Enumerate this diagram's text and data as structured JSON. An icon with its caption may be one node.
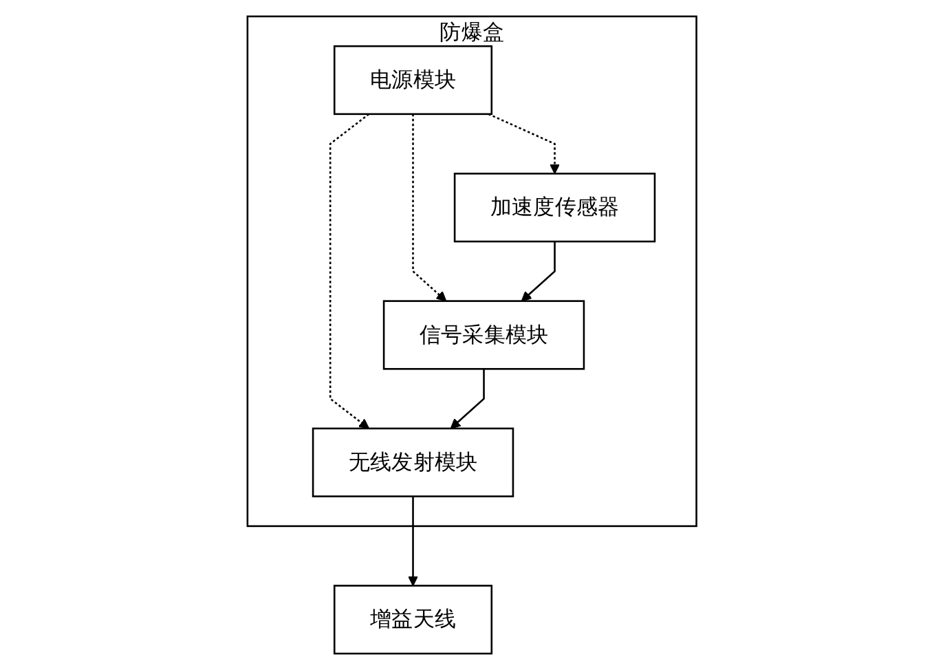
{
  "diagram": {
    "nodes": [
      {
        "text": [
          "防爆盒"
        ]
      },
      {
        "text": [
          "电源模块"
        ],
        "in": 0
      },
      {
        "text": [
          "无线发射模块"
        ],
        "in": 0
      },
      {
        "text": [
          "加速度传感器"
        ],
        "in": 0
      },
      {
        "text": [
          "信号采集模块"
        ],
        "in": 0
      },
      {
        "text": [
          "增益天线"
        ]
      }
    ],
    "edges": [
      {
        "from": 1,
        "to": 2,
        "arrow": "to",
        "style": "dashed"
      },
      {
        "from": 1,
        "to": 3,
        "arrow": "to",
        "style": "dashed"
      },
      {
        "from": 1,
        "to": 4,
        "arrow": "to",
        "style": "dashed"
      },
      {
        "from": 3,
        "to": 4,
        "arrow": "to"
      },
      {
        "from": 4,
        "to": 2,
        "arrow": "to"
      },
      {
        "from": 2,
        "to": 5,
        "arrow": "to"
      }
    ]
  }
}
